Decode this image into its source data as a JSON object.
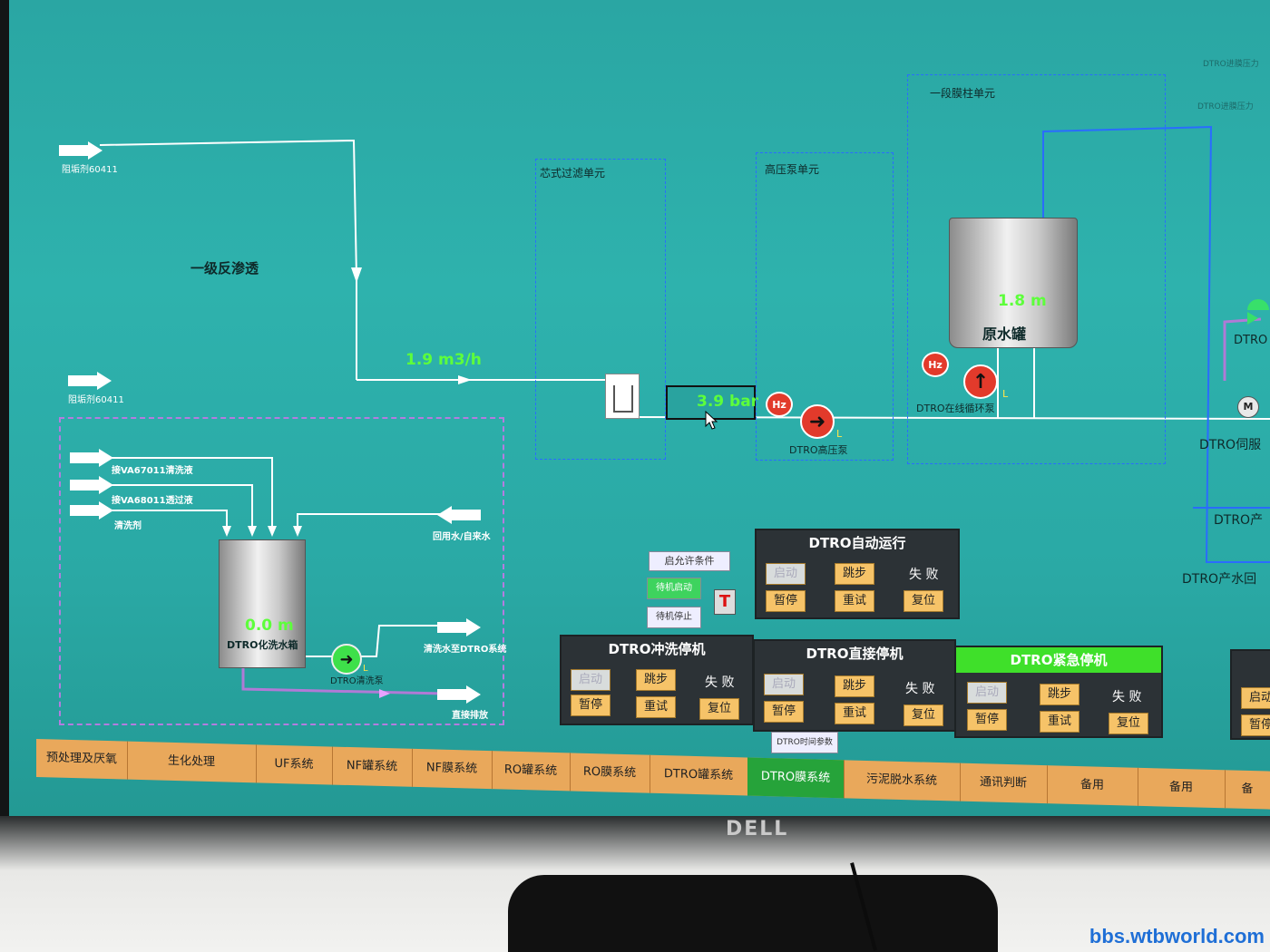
{
  "upper_line": {
    "label": "阻垢剂60411"
  },
  "main_inlet": {
    "label": "阻垢剂60411",
    "flow": "1.9 m3/h"
  },
  "stage_title": "一级反渗透",
  "units": {
    "filter": "芯式过滤单元",
    "hp_pump_unit": "高压泵单元",
    "membrane": "一段膜柱单元"
  },
  "pressure": "3.9 bar",
  "hp_pump": {
    "label": "DTRO高压泵",
    "mode": "L",
    "hz": "Hz"
  },
  "raw_tank": {
    "level": "1.8 m",
    "name": "原水罐"
  },
  "circ_pump": {
    "label": "DTRO在线循环泵",
    "mode": "L",
    "hz": "Hz"
  },
  "right_edge": {
    "dtro": "DTRO",
    "servo": "DTRO伺服",
    "prod": "DTRO产",
    "prod_ret": "DTRO产水回",
    "motor": "M"
  },
  "cleaning": {
    "in1": "接VA67011清洗液",
    "in2": "接VA68011透过液",
    "in3": "清洗剂",
    "return": "回用水/自来水",
    "tank_level": "0.0 m",
    "tank_name": "DTRO化洗水箱",
    "pump_label": "DTRO清洗泵",
    "pump_mode": "L",
    "out1": "清洗水至DTRO系统",
    "out2": "直接排放"
  },
  "side_controls": {
    "permit": "启允许条件",
    "start": "待机启动",
    "stop": "待机停止",
    "t_icon": "T"
  },
  "auto_panel": {
    "title": "DTRO自动运行",
    "start": "启动",
    "step": "跳步",
    "fail": "失 败",
    "pause": "暂停",
    "retry": "重试",
    "reset": "复位"
  },
  "flush_panel": {
    "title": "DTRO冲洗停机",
    "start": "启动",
    "step": "跳步",
    "fail": "失 败",
    "pause": "暂停",
    "retry": "重试",
    "reset": "复位"
  },
  "direct_panel": {
    "title": "DTRO直接停机",
    "start": "启动",
    "step": "跳步",
    "fail": "失 败",
    "pause": "暂停",
    "retry": "重试",
    "reset": "复位"
  },
  "emergency_panel": {
    "title": "DTRO紧急停机",
    "start": "启动",
    "step": "跳步",
    "fail": "失 败",
    "pause": "暂停",
    "retry": "重试",
    "reset": "复位"
  },
  "partial_panel": {
    "start": "启动",
    "pause": "暂停"
  },
  "timing_btn": "DTRO时间参数",
  "top_right_faint": {
    "a": "DTRO进膜压力",
    "b": "DTRO进膜压力"
  },
  "nav_tabs": [
    "预处理及厌氧",
    "生化处理",
    "UF系统",
    "NF罐系统",
    "NF膜系统",
    "RO罐系统",
    "RO膜系统",
    "DTRO罐系统",
    "DTRO膜系统",
    "污泥脱水系统",
    "通讯判断",
    "备用",
    "备用",
    "备"
  ],
  "active_tab": "DTRO膜系统",
  "monitor_brand": "DELL",
  "watermark": "bbs.wtbworld.com",
  "colors": {
    "screen_bg": "#2eb2ad",
    "pipe": "#ffffff",
    "accent_green": "#5dff3b",
    "panel_bg": "#2c3236",
    "button": "#f6c368",
    "active_tab": "#26a33a"
  }
}
